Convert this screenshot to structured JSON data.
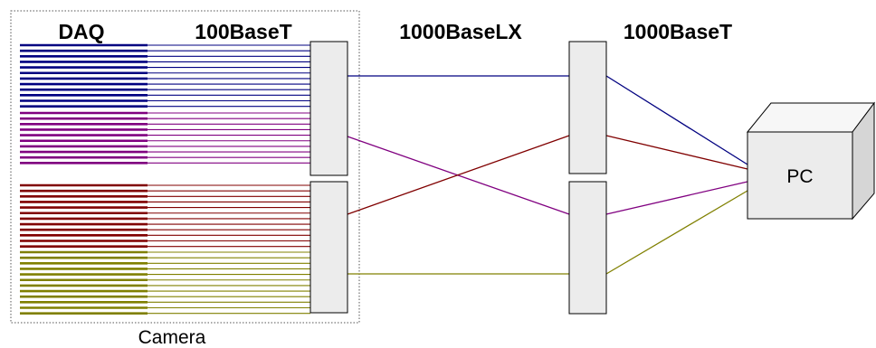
{
  "headers": {
    "daq": "DAQ",
    "t100": "100BaseT",
    "lx1000": "1000BaseLX",
    "t1000": "1000BaseT"
  },
  "camera_label": "Camera",
  "pc_label": "PC",
  "colors": {
    "blue": "#000080",
    "purple": "#800080",
    "red": "#800000",
    "olive": "#808000",
    "box_fill": "#ececec",
    "pc_front": "#ececec",
    "pc_top": "#f7f7f7",
    "pc_side": "#d6d6d6"
  },
  "groups": [
    {
      "name": "blue",
      "color_key": "blue",
      "lines": 12
    },
    {
      "name": "purple",
      "color_key": "purple",
      "lines": 10
    },
    {
      "name": "red",
      "color_key": "red",
      "lines": 12
    },
    {
      "name": "olive",
      "color_key": "olive",
      "lines": 12
    }
  ]
}
